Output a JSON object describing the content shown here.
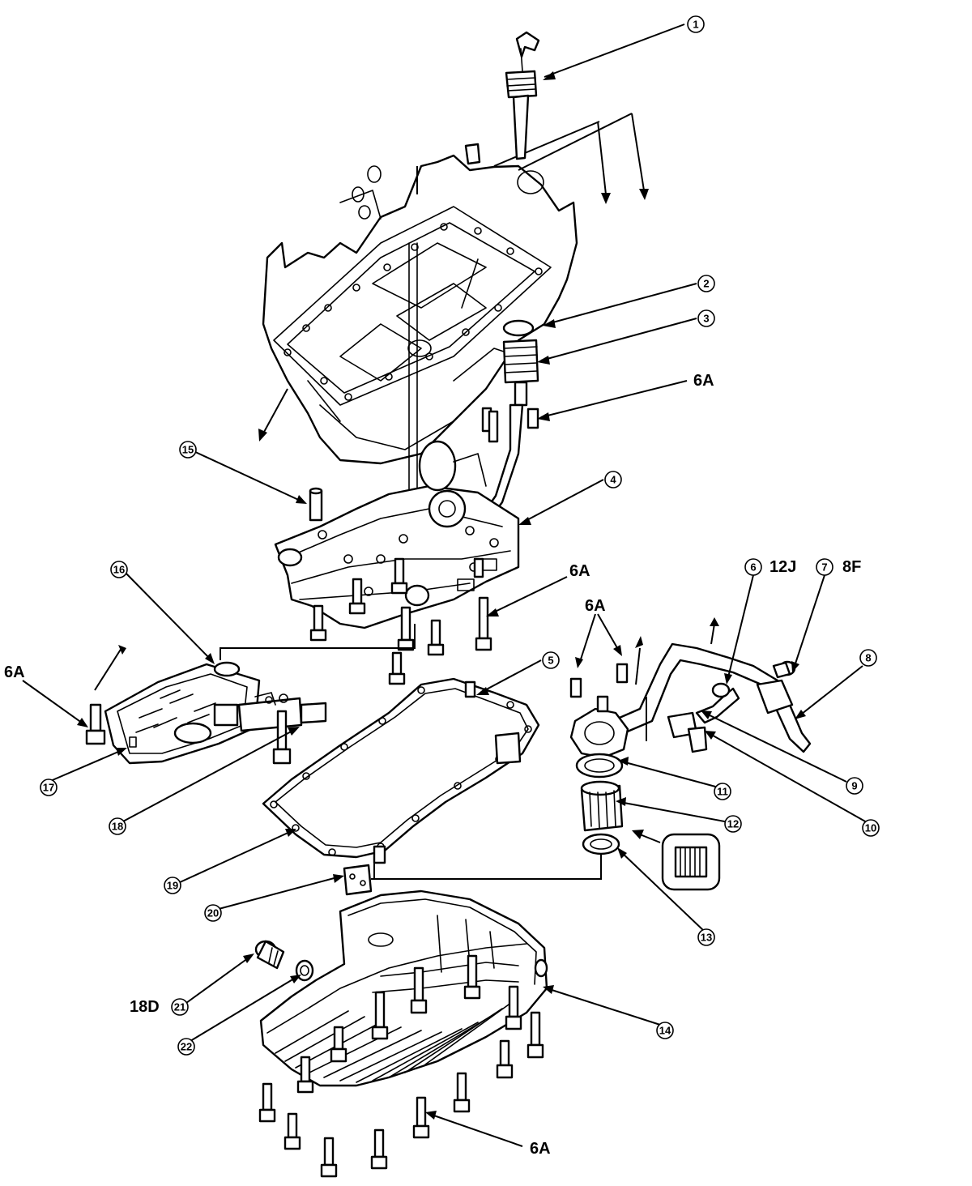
{
  "callouts": [
    {
      "id": "c1",
      "label": "1"
    },
    {
      "id": "c2",
      "label": "2"
    },
    {
      "id": "c3",
      "label": "3"
    },
    {
      "id": "c4",
      "label": "4"
    },
    {
      "id": "c5",
      "label": "5"
    },
    {
      "id": "c6",
      "label": "6"
    },
    {
      "id": "c7",
      "label": "7"
    },
    {
      "id": "c8",
      "label": "8"
    },
    {
      "id": "c9",
      "label": "9"
    },
    {
      "id": "c10",
      "label": "10"
    },
    {
      "id": "c11",
      "label": "11"
    },
    {
      "id": "c12",
      "label": "12"
    },
    {
      "id": "c13",
      "label": "13"
    },
    {
      "id": "c14",
      "label": "14"
    },
    {
      "id": "c15",
      "label": "15"
    },
    {
      "id": "c16",
      "label": "16"
    },
    {
      "id": "c17",
      "label": "17"
    },
    {
      "id": "c18",
      "label": "18"
    },
    {
      "id": "c19",
      "label": "19"
    },
    {
      "id": "c20",
      "label": "20"
    },
    {
      "id": "c21",
      "label": "21"
    },
    {
      "id": "c22",
      "label": "22"
    }
  ],
  "torque_specs": {
    "t6a_upper": "6A",
    "t6a_valvebody": "6A",
    "t6a_fitting": "6A",
    "t6a_left": "6A",
    "t6a_bottom": "6A",
    "t12j": "12J",
    "t8f": "8F",
    "t18d": "18D"
  }
}
